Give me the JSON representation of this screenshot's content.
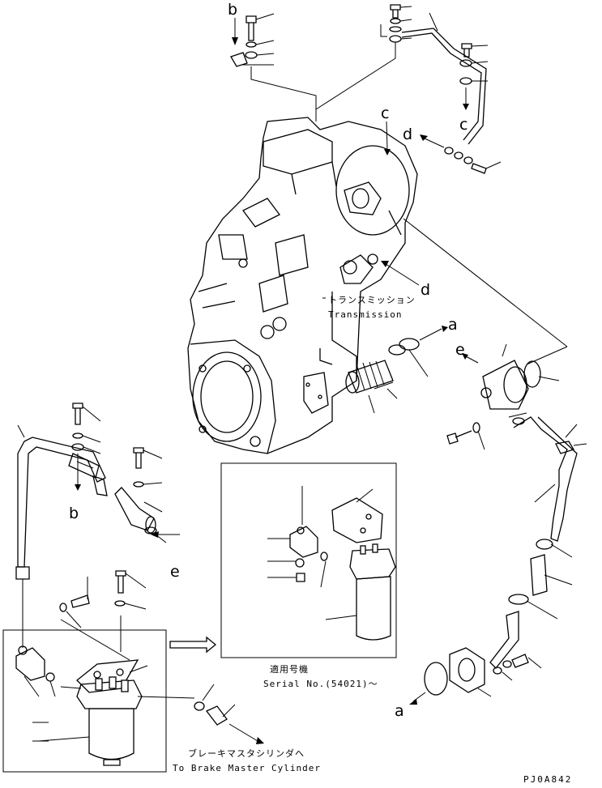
{
  "callouts": {
    "b_top": "b",
    "b_left": "b",
    "c_right": "c",
    "c_mid": "c",
    "d_top": "d",
    "d_bottom": "d",
    "a_top": "a",
    "a_bottom": "a",
    "e_pump": "e",
    "e_left": "e"
  },
  "transmission": {
    "label_jp": "トランスミッション",
    "label_en": "Transmission"
  },
  "inset": {
    "applicable_jp": "適用号機",
    "serial": "Serial No.(54021)～"
  },
  "brake": {
    "label_jp": "ブレーキマスタシリンダへ",
    "label_en": "To Brake Master Cylinder"
  },
  "drawing_id": "PJ0A842"
}
